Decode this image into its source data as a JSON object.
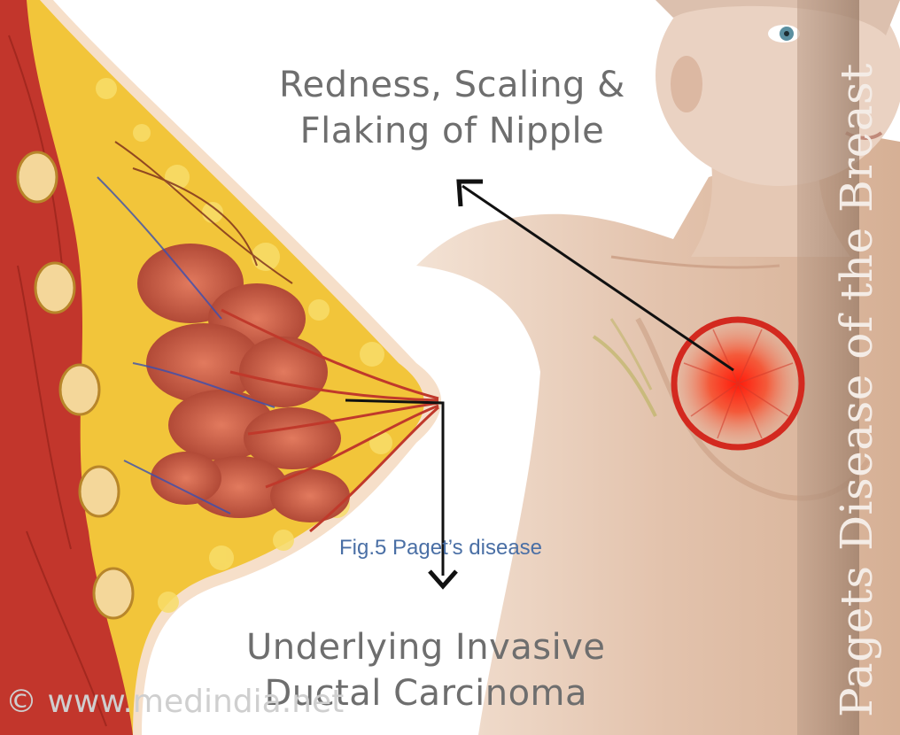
{
  "labels": {
    "symptom_line1": "Redness, Scaling &",
    "symptom_line2": "Flaking of Nipple",
    "cancer_line1": "Underlying Invasive",
    "cancer_line2": "Ductal Carcinoma"
  },
  "caption": "Fig.5 Paget’s disease",
  "vertical_title": "Pagets Disease of the Breast",
  "watermark": "© www.medindia.net",
  "colors": {
    "label_gray": "#6e6e6e",
    "caption_blue": "#4a6fa5",
    "skin": "#e3c3ad",
    "tissue_red": "#b8322a",
    "fat_yellow": "#f2c53a",
    "highlight_red": "#e8231a"
  }
}
